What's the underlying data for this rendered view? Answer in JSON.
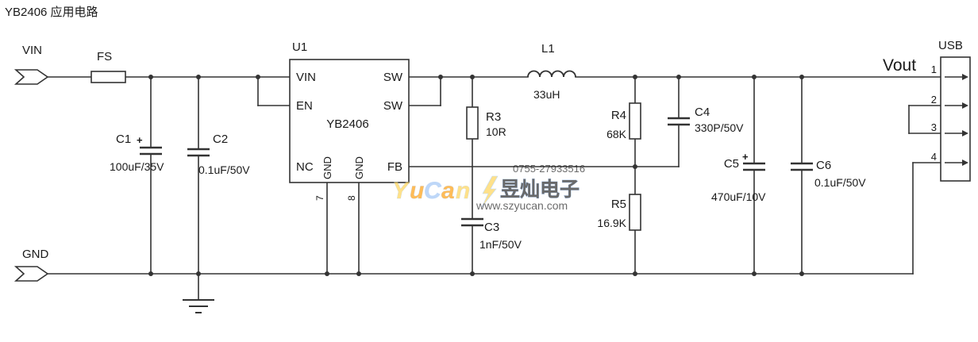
{
  "title": "YB2406 应用电路",
  "symbols": {
    "plus_c1": "+",
    "plus_c5": "+"
  },
  "colors": {
    "title": "#0000cc",
    "wire": "#333333",
    "watermark_orange": "#ff9900",
    "watermark_yellow": "#ffd24d",
    "watermark_blue": "#9cc3f5",
    "watermark_gray": "#a8a8a8"
  },
  "ports": {
    "vin_label": "VIN",
    "gnd_label": "GND",
    "vout_label": "Vout",
    "usb_label": "USB",
    "usb_pins": [
      "1",
      "2",
      "3",
      "4"
    ]
  },
  "components": {
    "fs": {
      "ref": "FS"
    },
    "u1": {
      "ref": "U1",
      "part": "YB2406",
      "pin_vin": "VIN",
      "pin_en": "EN",
      "pin_nc": "NC",
      "pin_sw_top": "SW",
      "pin_sw_bottom": "SW",
      "pin_fb": "FB",
      "pin_gnd_left": "GND",
      "pin_gnd_right": "GND",
      "pin_num_7": "7",
      "pin_num_8": "8"
    },
    "l1": {
      "ref": "L1",
      "value": "33uH"
    },
    "c1": {
      "ref": "C1",
      "value": "100uF/35V"
    },
    "c2": {
      "ref": "C2",
      "value": "0.1uF/50V"
    },
    "c3": {
      "ref": "C3",
      "value": "1nF/50V"
    },
    "c4": {
      "ref": "C4",
      "value": "330P/50V"
    },
    "c5": {
      "ref": "C5",
      "value": "470uF/10V"
    },
    "c6": {
      "ref": "C6",
      "value": "0.1uF/50V"
    },
    "r3": {
      "ref": "R3",
      "value": "10R"
    },
    "r4": {
      "ref": "R4",
      "value": "68K"
    },
    "r5": {
      "ref": "R5",
      "value": "16.9K"
    }
  },
  "watermark": {
    "phone": "0755-27933516",
    "brand_letters": [
      "Y",
      "u",
      "C",
      "a",
      "n"
    ],
    "company": "昱灿电子",
    "url": "www.szyucan.com"
  }
}
